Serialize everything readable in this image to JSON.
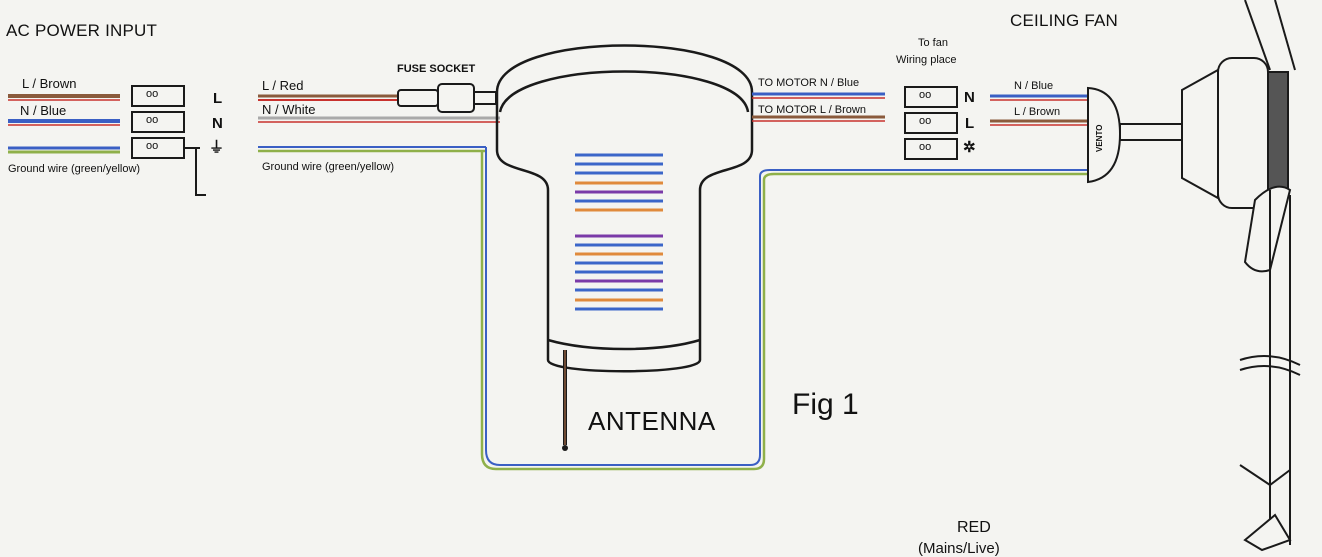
{
  "labels": {
    "ac_power_input": "AC POWER INPUT",
    "ceiling_fan": "CEILING FAN",
    "in_l_brown": "L / Brown",
    "in_n_blue": "N / Blue",
    "in_ground": "Ground wire (green/yellow)",
    "term_l": "L",
    "term_n": "N",
    "out_l_red": "L / Red",
    "out_n_white": "N / White",
    "out_ground": "Ground wire (green/yellow)",
    "fuse_socket": "FUSE SOCKET",
    "to_motor_n": "TO MOTOR N / Blue",
    "to_motor_l": "TO MOTOR L / Brown",
    "to_fan_line1": "To fan",
    "to_fan_line2": "Wiring place",
    "fan_term_n": "N",
    "fan_term_l": "L",
    "fan_n_blue": "N / Blue",
    "fan_l_brown": "L / Brown",
    "vento": "VENTO",
    "antenna": "ANTENNA",
    "fig": "Fig 1",
    "red": "RED",
    "mains_live": "(Mains/Live)",
    "terminal_mark": "oo"
  },
  "colors": {
    "brown": "#8a5a3c",
    "blue": "#3a5fc4",
    "red": "#c8322e",
    "white_wire": "#a9a9a9",
    "green_yellow": "#8fb04a",
    "stripe_blue": "#3b66c9",
    "stripe_orange": "#e08a3c",
    "stripe_purple": "#7a3aa8",
    "outline": "#1a1a1a"
  },
  "icons": {
    "ground": "earth-ground-icon",
    "gear": "gear-ground-icon"
  }
}
